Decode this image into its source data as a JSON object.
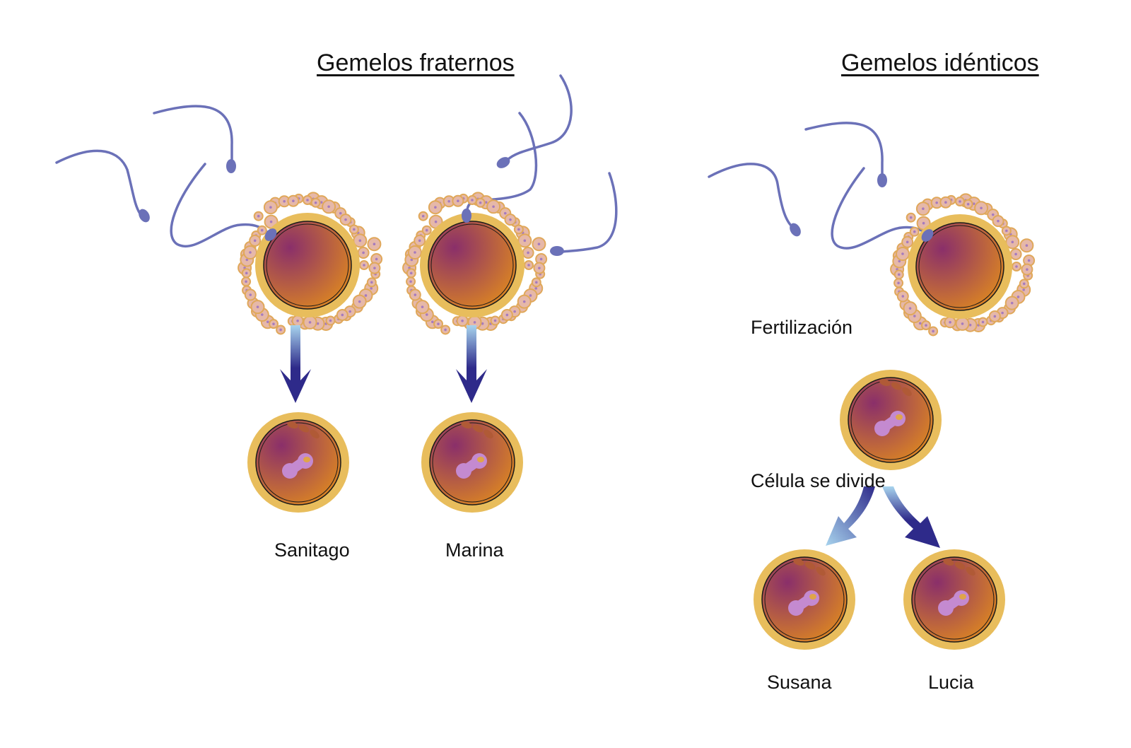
{
  "titles": {
    "fraternal": "Gemelos fraternos",
    "identical": "Gemelos idénticos"
  },
  "labels": {
    "santiago": "Sanitago",
    "marina": "Marina",
    "fertilization": "Fertilización",
    "division": "Célula se divide",
    "susana": "Susana",
    "lucia": "Lucia"
  },
  "colors": {
    "sperm": "#6b71b8",
    "zona": "#e8bd5c",
    "follicle_fill": "#e6b8a8",
    "follicle_stroke": "#e0a85a",
    "cytoplasm_center": "#8a2f6a",
    "cytoplasm_edge": "#e08a1e",
    "nucleus": "#c48ad0",
    "arrow_light": "#a8d4ee",
    "arrow_dark": "#2e2a8a"
  }
}
